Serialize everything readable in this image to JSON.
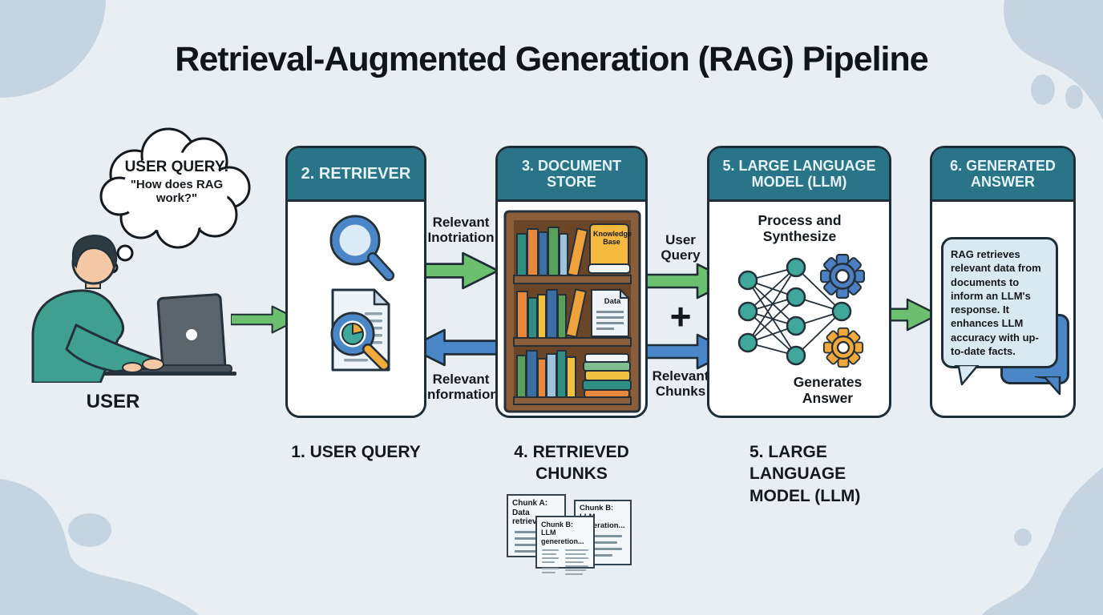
{
  "title": "Retrieval-Augmented Generation (RAG) Pipeline",
  "user": {
    "label": "USER",
    "thought_bubble": {
      "heading": "USER QUERY:",
      "query": "\"How does RAG work?\""
    }
  },
  "cards": {
    "retriever": {
      "header": "2. RETRIEVER"
    },
    "document_store": {
      "header": "3. DOCUMENT STORE",
      "knowledge_base_book": "Knowledge Base",
      "data_document": "Data"
    },
    "llm": {
      "header": "5. LARGE LANGUAGE MODEL (LLM)",
      "process_text": "Process and Synthesize",
      "generate_text": "Generates Answer"
    },
    "generated_answer": {
      "header": "6. GENERATED ANSWER",
      "bubble_text": "RAG retrieves relevant data from documents to inform an LLM's response. It enhances LLM accuracy with up-to-date facts."
    }
  },
  "flow_labels": {
    "retriever_to_store": "Relevant Inotriation",
    "store_to_retriever": "Relevant Information",
    "user_query": "User Query",
    "plus_sign": "+",
    "relevant_chunks": "Relevant Chunks"
  },
  "step_labels": {
    "step1": "1. USER QUERY",
    "step4": "4. RETRIEVED CHUNKS",
    "step5": "5. LARGE LANGUAGE MODEL (LLM)"
  },
  "chunk_documents": {
    "chunk_a": "Chunk A: Data retrieval...",
    "chunk_b_back": "Chunk B: LLM generation...",
    "chunk_b_front": "Chunk B: LLM generetion..."
  },
  "colors": {
    "background": "#e9eef2",
    "blob": "#c5d4e0",
    "header_teal": "#2a7488",
    "arrow_green": "#6cbf6e",
    "arrow_blue": "#4a86c8",
    "outline_dark": "#1e2d36",
    "gear_blue": "#4a7fc1",
    "gear_orange": "#f2a93b",
    "node_teal": "#3fa89a",
    "book_yellow": "#f5b940",
    "shelf_brown": "#8a5d3b",
    "bubble_light": "#d9e9f1"
  }
}
